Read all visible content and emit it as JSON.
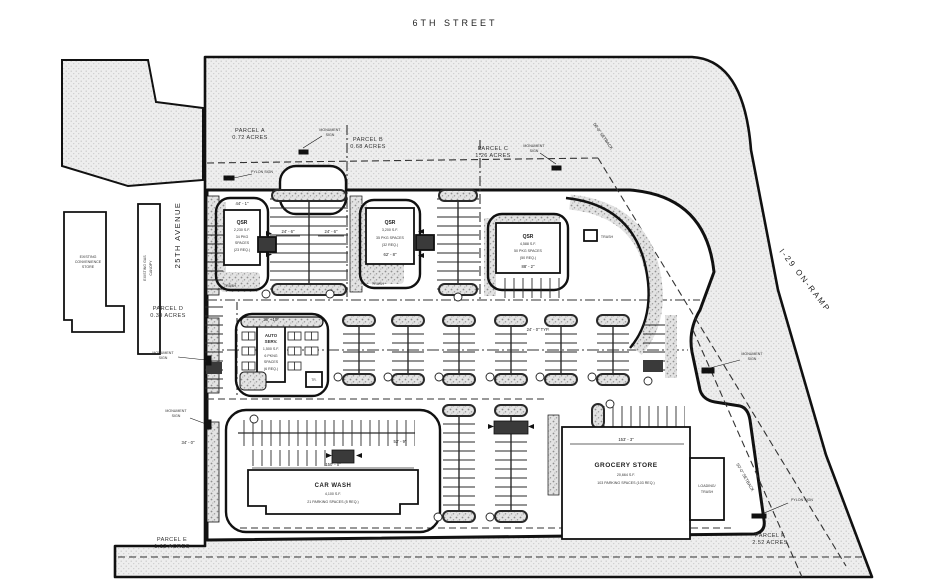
{
  "streets": {
    "top": "6TH STREET",
    "left": "25TH AVENUE",
    "right": "I-29 ON-RAMP"
  },
  "parcels": {
    "a": {
      "name": "PARCEL A",
      "area": "0.72 ACRES"
    },
    "b": {
      "name": "PARCEL B",
      "area": "0.68 ACRES"
    },
    "c": {
      "name": "PARCEL C",
      "area": "1.26 ACRES"
    },
    "d": {
      "name": "PARCEL D",
      "area": "0.39 ACRES"
    },
    "e": {
      "name": "PARCEL E",
      "area": "1.12 ACRES"
    },
    "f": {
      "name": "PARCEL F",
      "area": "2.52 ACRES"
    }
  },
  "buildings": {
    "existing_store": {
      "l1": "EXISTING",
      "l2": "CONVENIENCE",
      "l3": "STORE"
    },
    "existing_canopy": {
      "l1": "EXISTING GAS",
      "l2": "CANOPY"
    },
    "qsr_a": {
      "name": "QSR",
      "sf": "2,230 S.F.",
      "pkg1": "34 PKG",
      "pkg2": "SPACES",
      "req": "(23 REQ.)",
      "dim": "44' - 1\""
    },
    "qsr_b": {
      "name": "QSR",
      "sf": "3,200 S.F.",
      "pkg": "35 PKG SPACES",
      "req": "(32 REQ.)",
      "dim": "62' - 8\""
    },
    "qsr_c": {
      "name": "QSR",
      "sf": "4,588 S.F.",
      "pkg": "50 PKG SPACES",
      "req": "(50 REQ.)",
      "dim": "88' - 2\""
    },
    "auto_serv": {
      "l1": "AUTO",
      "l2": "SERV.",
      "sf": "1,500 S.F.",
      "pkg1": "6 PKNG",
      "pkg2": "SPACES",
      "req": "(6 REQ.)",
      "dim": "28' - 10\""
    },
    "car_wash": {
      "name": "CAR WASH",
      "sf": "4,100 S.F.",
      "pkg": "21 PARKING SPACES (5 REQ.)",
      "dim": "150' - 0\""
    },
    "grocery": {
      "name": "GROCERY STORE",
      "sf": "20,664 S.F.",
      "pkg": "103 PARKING SPACES (103 REQ.)",
      "dim": "153' - 3\""
    },
    "loading": {
      "l1": "LOADING/",
      "l2": "TRASH"
    }
  },
  "signs": {
    "monument1": "MONUMENT",
    "monument2": "SIGN",
    "pylon": "PYLON SIGN",
    "trash": "TRASH",
    "tr": "TR."
  },
  "dims": {
    "d246": "24' - 6\"",
    "d240": "24' - 0\" TYP.",
    "d529": "52' - 9\"",
    "d340": "34' - 0\"",
    "setback": "50'-0\" SETBACK"
  }
}
